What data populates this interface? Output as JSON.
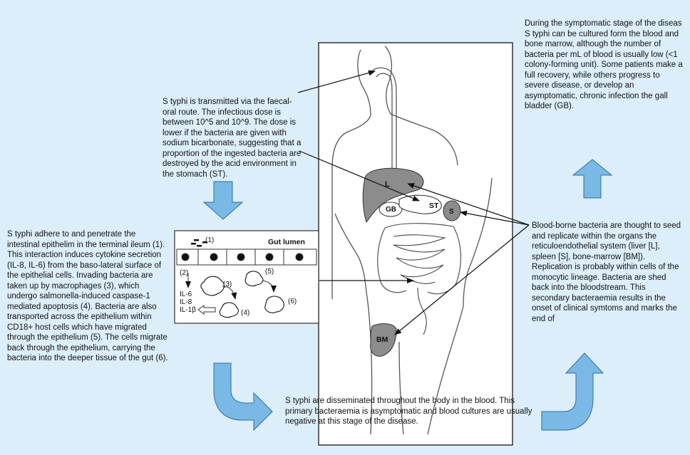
{
  "colors": {
    "background": "#dceefa",
    "arrow_fill": "#7ab8e6",
    "arrow_stroke": "#2f6f9e",
    "organ_fill": "#8c8c8c",
    "body_outline": "#555555"
  },
  "texts": {
    "transmission": "S typhi is transmitted via the faecal-oral route. The infectious dose is between 10^5 and 10^9. The dose is lower if the bacteria are given with sodium bicarbonate, suggesting that a proportion of the ingested bacteria are destroyed by the acid environment in the stomach (ST).",
    "symptomatic": "During the symptomatic stage of the diseas S typhi can be cultured form the blood and bone marrow, although the number of bacteria per mL of blood is usually low (<1 colony-forming unit). Some patients make a full recovery, while others progress to severe disease, or develop an asymptomatic, chronic infection the gall bladder (GB).",
    "adhere": "S typhi adhere to and penetrate the intestinal epithelim in the terminal ileum (1). This interaction induces cytokine secretion (IL-8, IL-6) from the baso-lateral surface of the epithelial cells. Invading bacteria are taken up by macrophages (3), which undergo salmonella-induced caspase-1 mediated apoptosis (4). Bacteria are also transported across the epithelium within CD18+ host cells which have migrated through the epithelium (5). The cells migrate back through the epithelium, carrying the bacteria into the deeper tissue of the gut (6).",
    "blood_borne": "Blood-borne bacteria are thought to seed and replicate within the organs the reticuloendothelial system (liver [L], spleen [S], bone-marrow [BM]). Replication is probably within cells of the monocytic lineage. Bacteria are shed back into the bloodstream. This secondary bacteraemia results in the onset of clinical symtoms and marks the end of",
    "disseminated": "S typhi are disseminated throughout the body in the blood. This primary bacteraemia is asymptomatic and blood cultures are usually negative at this stage of the disease."
  },
  "organ_labels": {
    "liver": "L",
    "gall_bladder": "GB",
    "stomach": "ST",
    "spleen": "S",
    "bone_marrow": "BM"
  },
  "inset_labels": {
    "gut_lumen": "Gut lumen",
    "step1": "(1)",
    "step2": "(2)",
    "step3": "(3)",
    "step4": "(4)",
    "step5": "(5)",
    "step6": "(6)",
    "il6": "IL-6",
    "il8": "IL-8",
    "il1b": "IL-1β"
  }
}
